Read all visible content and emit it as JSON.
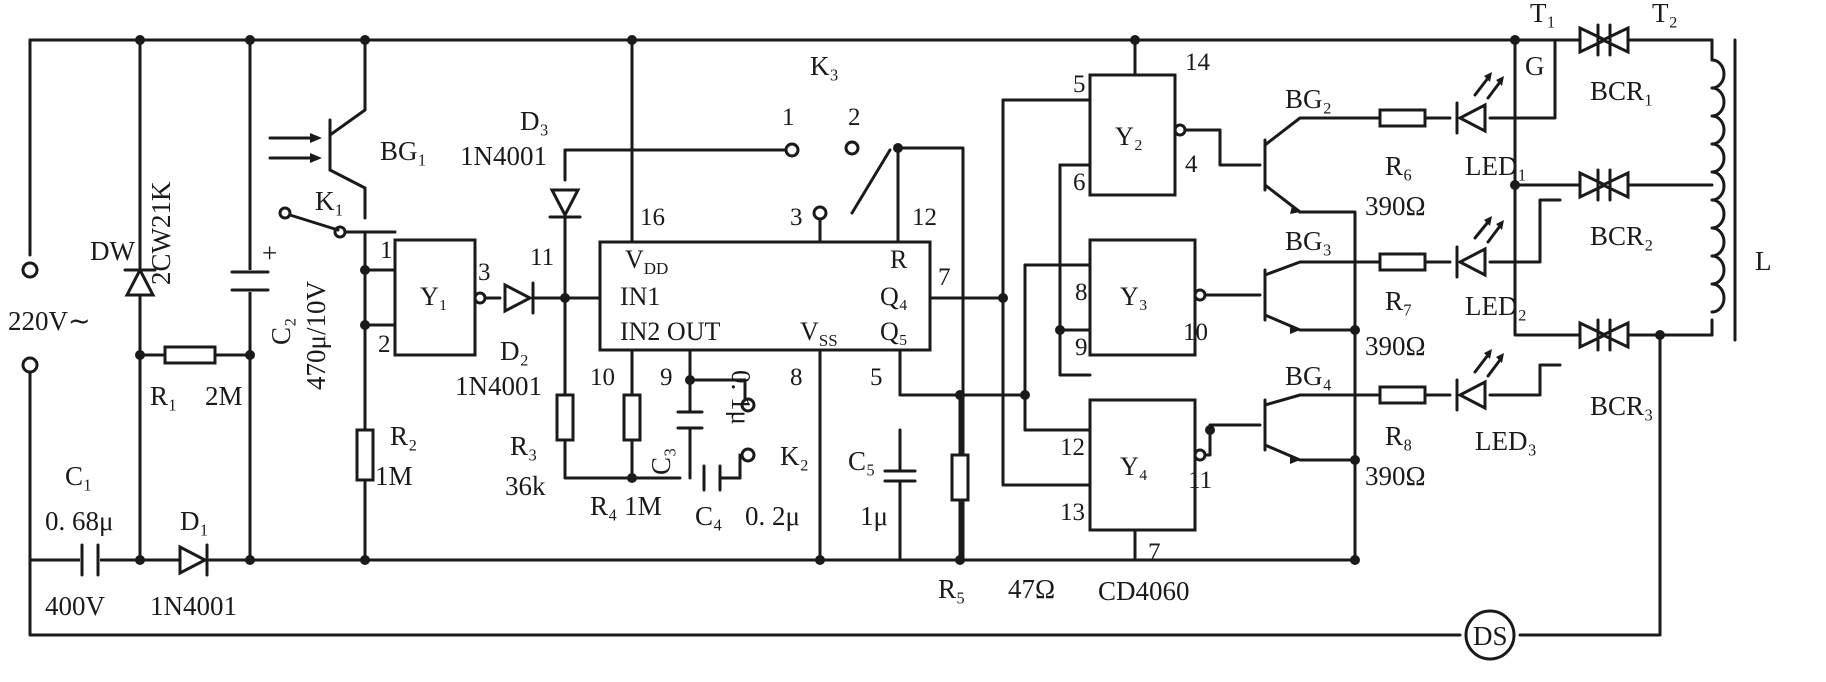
{
  "supply": {
    "voltage_label": "220V∼",
    "lamp_label": "DS"
  },
  "components": {
    "DW": "DW",
    "DW_part": "2CW21K",
    "R1": "R₁",
    "R1_value": "2M",
    "C1": "C₁",
    "C1_value": "0. 68μ",
    "C1_voltage": "400V",
    "D1": "D₁",
    "D1_part": "1N4001",
    "C2": "C₂",
    "C2_value": "470μ/10V",
    "BG1": "BG₁",
    "K1": "K₁",
    "R2": "R₂",
    "R2_value": "1M",
    "D2": "D₂",
    "D2_part": "1N4001",
    "D3": "D₃",
    "D3_part": "1N4001",
    "R3": "R₃",
    "R3_value": "36k",
    "R4": "R₄ 1M",
    "C3": "C₃",
    "C3_value": "0. 1μ",
    "C4": "C₄",
    "C4_value": "0. 2μ",
    "K2": "K₂",
    "K3": "K₃",
    "C5": "C₅",
    "C5_value": "1μ",
    "R5": "R₅",
    "R5_value": "47Ω",
    "BG2": "BG₂",
    "BG3": "BG₃",
    "BG4": "BG₄",
    "R6": "R₆",
    "R6_value": "390Ω",
    "R7": "R₇",
    "R7_value": "390Ω",
    "R8": "R₈",
    "R8_value": "390Ω",
    "LED1": "LED₁",
    "LED2": "LED₂",
    "LED3": "LED₃",
    "BCR1": "BCR₁",
    "BCR2": "BCR₂",
    "BCR3": "BCR₃",
    "T1": "T₁",
    "T2": "T₂",
    "G": "G",
    "L": "L"
  },
  "gates": {
    "Y1": "Y₁",
    "Y2": "Y₂",
    "Y3": "Y₃",
    "Y4": "Y₄",
    "gates_part": "CD4060"
  },
  "ic": {
    "vdd": "V",
    "vdd_sub": "DD",
    "in1": "IN1",
    "in2out": "IN2 OUT",
    "vss": "V",
    "vss_sub": "SS",
    "r": "R",
    "q4": "Q₄",
    "q5": "Q₅"
  },
  "pins": {
    "y1_in1": "1",
    "y1_in2": "2",
    "y1_out": "3",
    "d3_11": "11",
    "ic_16": "16",
    "k3_1": "1",
    "k3_2": "2",
    "k3_3": "3",
    "ic_12": "12",
    "ic_7": "7",
    "ic_5": "5",
    "ic_10": "10",
    "ic_9": "9",
    "ic_8": "8",
    "y2_5": "5",
    "y2_14": "14",
    "y2_6": "6",
    "y2_4": "4",
    "y3_8": "8",
    "y3_9": "9",
    "y3_10": "10",
    "y4_12": "12",
    "y4_13": "13",
    "y4_11": "11",
    "y4_7": "7"
  }
}
